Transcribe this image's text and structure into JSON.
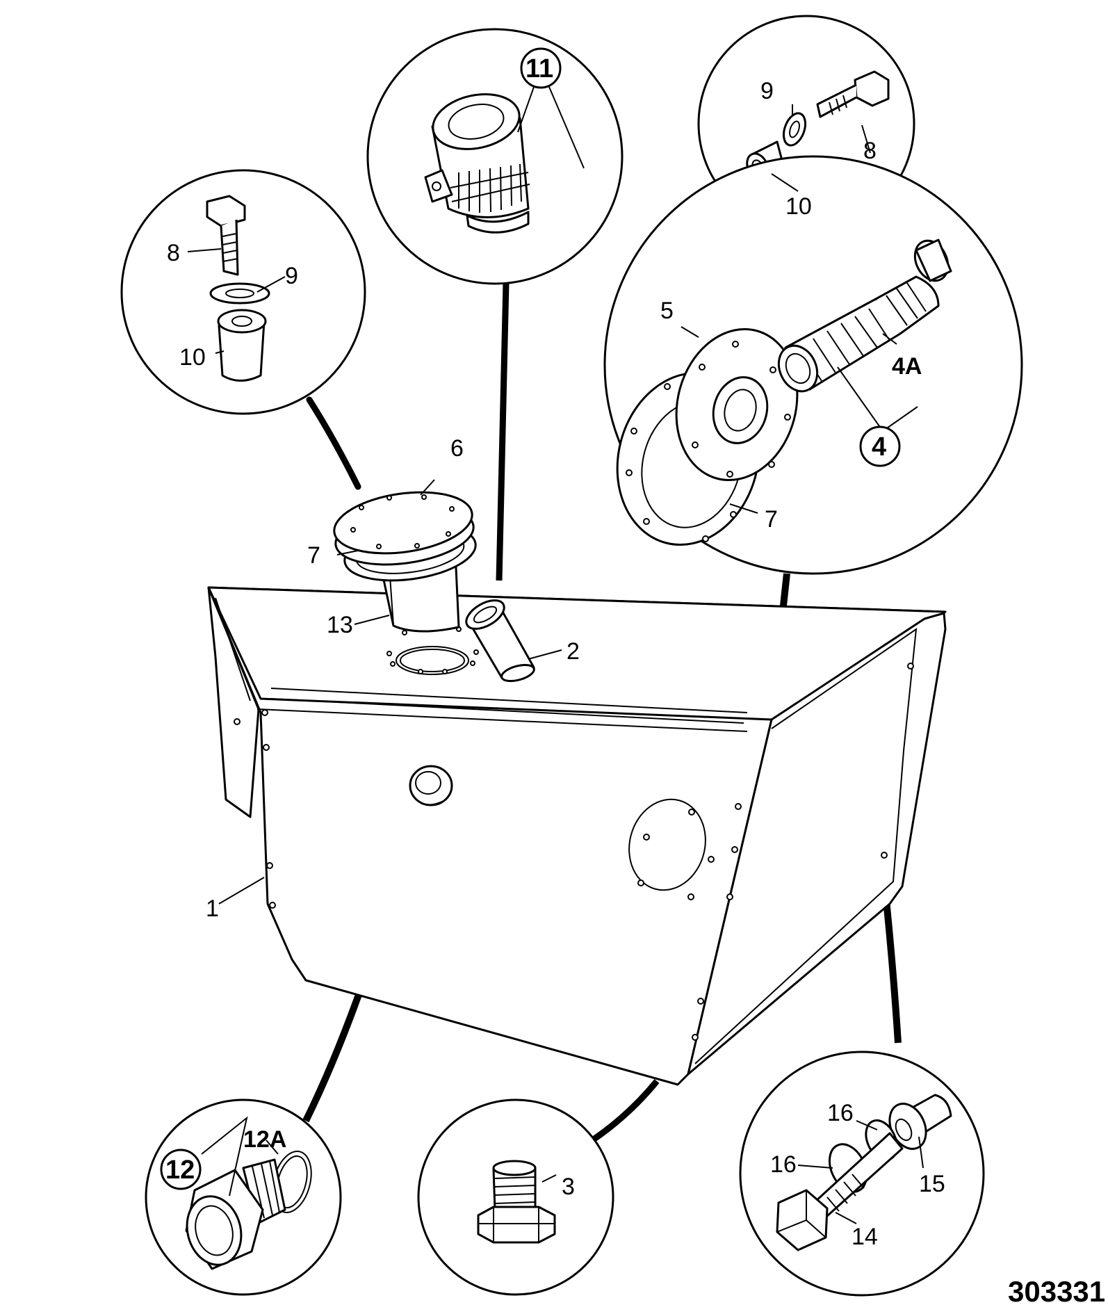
{
  "figure_number": "303331",
  "callouts": {
    "c1": "1",
    "c2": "2",
    "c3": "3",
    "c4": "4",
    "c4a": "4A",
    "c5": "5",
    "c6": "6",
    "c7_tank": "7",
    "c7_flange": "7",
    "c8_left": "8",
    "c8_right": "8",
    "c9_left": "9",
    "c9_right": "9",
    "c10_left": "10",
    "c10_right": "10",
    "c11": "11",
    "c12": "12",
    "c12a": "12A",
    "c13": "13",
    "c14": "14",
    "c15": "15",
    "c16_top": "16",
    "c16_left": "16"
  }
}
